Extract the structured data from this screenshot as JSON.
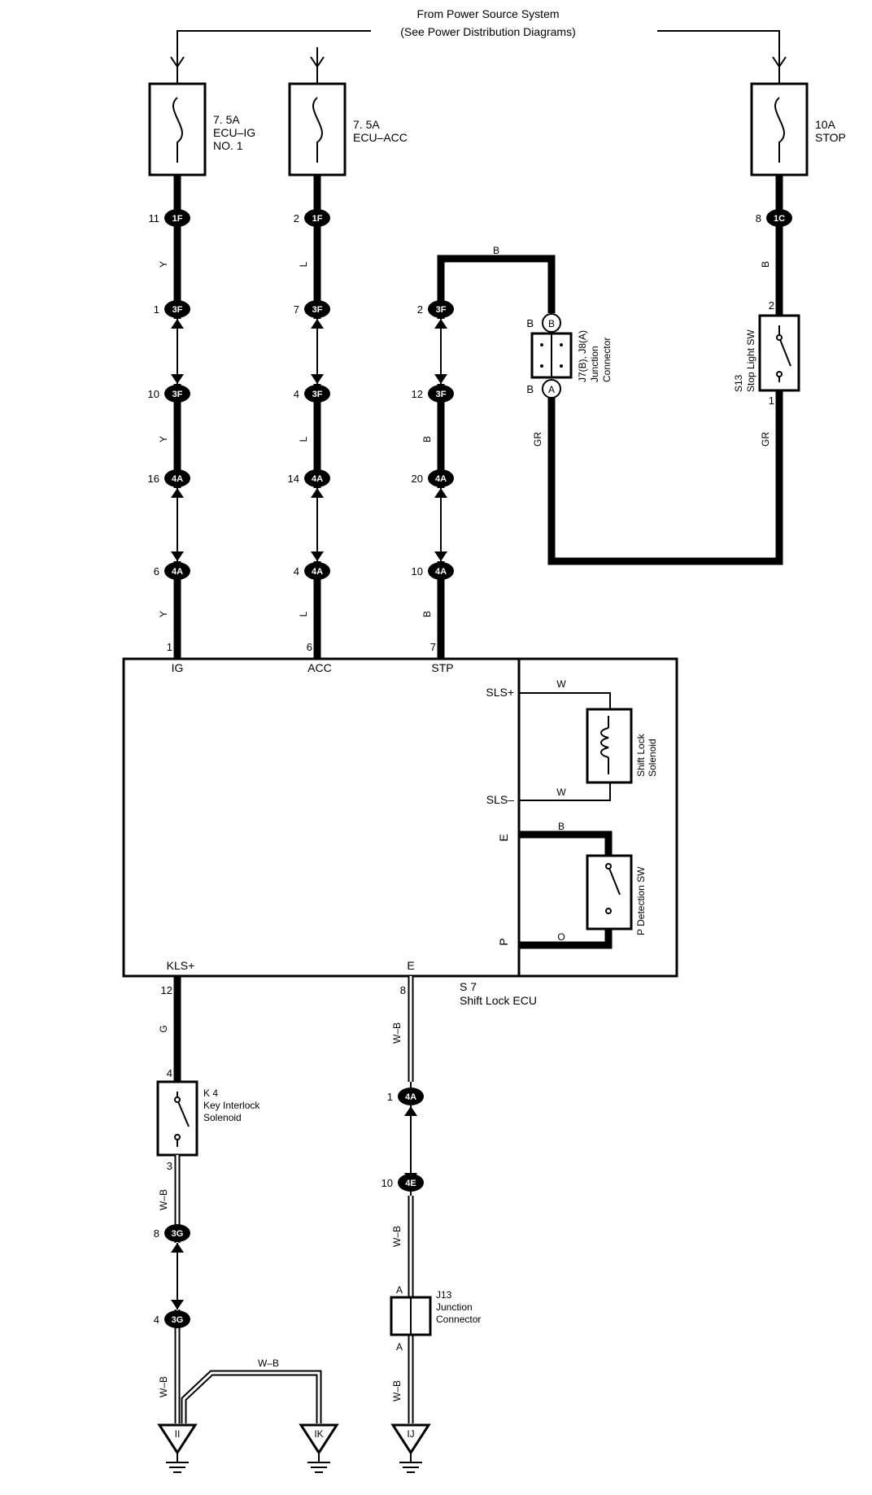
{
  "header": {
    "line1": "From Power Source System",
    "line2": "(See Power Distribution Diagrams)"
  },
  "fuses": [
    {
      "rating": "7. 5A",
      "name_line1": "ECU–IG",
      "name_line2": "NO. 1"
    },
    {
      "rating": "7. 5A",
      "name_line1": "ECU–ACC",
      "name_line2": ""
    },
    {
      "rating": "10A",
      "name_line1": "STOP",
      "name_line2": ""
    }
  ],
  "connectors": [
    {
      "id": "c1",
      "pin": "11",
      "code": "1F"
    },
    {
      "id": "c2",
      "pin": "2",
      "code": "1F"
    },
    {
      "id": "c3",
      "pin": "8",
      "code": "1C"
    },
    {
      "id": "c4",
      "pin": "1",
      "code": "3F"
    },
    {
      "id": "c5",
      "pin": "7",
      "code": "3F"
    },
    {
      "id": "c6",
      "pin": "2",
      "code": "3F"
    },
    {
      "id": "c7",
      "pin": "10",
      "code": "3F"
    },
    {
      "id": "c8",
      "pin": "4",
      "code": "3F"
    },
    {
      "id": "c9",
      "pin": "12",
      "code": "3F"
    },
    {
      "id": "c10",
      "pin": "16",
      "code": "4A"
    },
    {
      "id": "c11",
      "pin": "14",
      "code": "4A"
    },
    {
      "id": "c12",
      "pin": "20",
      "code": "4A"
    },
    {
      "id": "c13",
      "pin": "6",
      "code": "4A"
    },
    {
      "id": "c14",
      "pin": "4",
      "code": "4A"
    },
    {
      "id": "c15",
      "pin": "10",
      "code": "4A"
    },
    {
      "id": "c16",
      "pin": "1",
      "code": "4A"
    },
    {
      "id": "c17",
      "pin": "10",
      "code": "4E"
    },
    {
      "id": "c18",
      "pin": "8",
      "code": "3G"
    },
    {
      "id": "c19",
      "pin": "4",
      "code": "3G"
    }
  ],
  "wire_colors": {
    "ig_upper": "Y",
    "ig_mid": "Y",
    "ig_lower": "Y",
    "acc_upper": "L",
    "acc_mid": "L",
    "acc_lower": "L",
    "stp_top": "B",
    "stp_mid": "B",
    "stp_lower": "B",
    "stop_upper": "B",
    "gr_left": "GR",
    "gr_right": "GR",
    "sls_plus": "W",
    "sls_minus": "W",
    "e_wire": "B",
    "p_wire": "O",
    "kls": "G",
    "e_lower1": "W–B",
    "e_lower2": "W–B",
    "e_lower3": "W–B",
    "k4_lower": "W–B",
    "k4_lower2": "W–B",
    "ground_link": "W–B"
  },
  "junction_j7": {
    "pin_top": "B",
    "pin_top_code": "B",
    "pin_bottom": "B",
    "pin_bottom_code": "A",
    "label_line1": "J7(B), J8(A)",
    "label_line2": "Junction",
    "label_line3": "Connector"
  },
  "stop_light_sw": {
    "pin_top": "2",
    "pin_bottom": "1",
    "label_line1": "S13",
    "label_line2": "Stop Light SW"
  },
  "ecu": {
    "pin_ig": "1",
    "pin_acc": "6",
    "pin_stp": "7",
    "term_ig": "IG",
    "term_acc": "ACC",
    "term_stp": "STP",
    "term_sls_plus": "SLS+",
    "term_sls_minus": "SLS–",
    "term_e_right": "E",
    "term_p": "P",
    "term_kls": "KLS+",
    "term_e_bottom": "E",
    "pin_kls": "12",
    "pin_e": "8",
    "label_line1": "S 7",
    "label_line2": "Shift Lock ECU",
    "solenoid_line1": "Shift Lock",
    "solenoid_line2": "Solenoid",
    "pdetect": "P Detection SW"
  },
  "k4": {
    "pin_top": "4",
    "pin_bottom": "3",
    "label_line1": "K 4",
    "label_line2": "Key Interlock",
    "label_line3": "Solenoid"
  },
  "j13": {
    "pin_top": "A",
    "pin_bottom": "A",
    "label_line1": "J13",
    "label_line2": "Junction",
    "label_line3": "Connector"
  },
  "grounds": [
    "II",
    "IK",
    "IJ"
  ]
}
